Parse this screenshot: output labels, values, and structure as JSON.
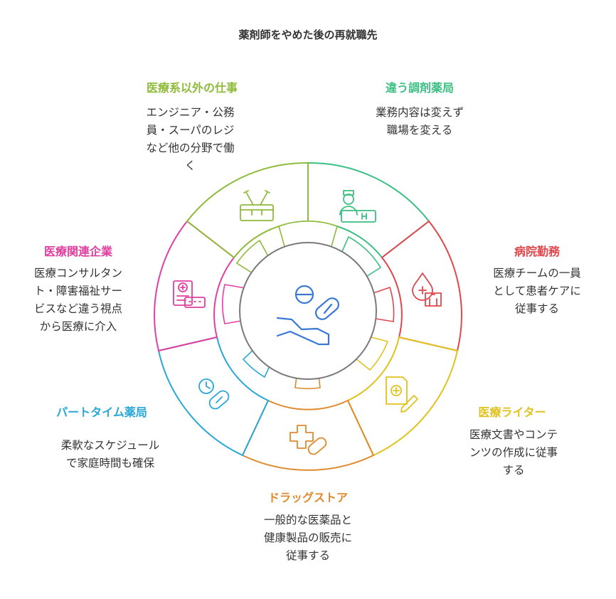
{
  "title": "薬剤師をやめた後の再就職先",
  "options": [
    {
      "id": "pharmacy",
      "heading": "違う調剤薬局",
      "desc": "業務内容は変えず\n職場を変える",
      "color": "#3cbf82",
      "icon": "pharmacist-icon"
    },
    {
      "id": "hospital",
      "heading": "病院勤務",
      "desc": "医療チームの一員\nとして患者ケアに\n従事する",
      "color": "#e0474c",
      "icon": "hospital-icon"
    },
    {
      "id": "writer",
      "heading": "医療ライター",
      "desc": "医療文書やコンテ\nンツの作成に従事\nする",
      "color": "#e0c21f",
      "icon": "medical-document-icon"
    },
    {
      "id": "drugstore",
      "heading": "ドラッグストア",
      "desc": "一般的な医薬品と\n健康製品の販売に\n従事する",
      "color": "#e08a2e",
      "icon": "medicine-cross-icon"
    },
    {
      "id": "parttime",
      "heading": "パートタイム薬局",
      "desc": "柔軟なスケジュール\nで家庭時間も確保",
      "color": "#29a8d8",
      "icon": "clock-pill-icon"
    },
    {
      "id": "related",
      "heading": "医療関連企業",
      "desc": "医療コンサルタン\nト・障害福祉サー\nビスなど違う視点\nから医療に介入",
      "color": "#e040a0",
      "icon": "medical-record-icon"
    },
    {
      "id": "other",
      "heading": "医療系以外の仕事",
      "desc": "エンジニア・公務\n員・スーパのレジ\nなど他の分野で働\nく",
      "color": "#8fbb3a",
      "icon": "toolbox-icon"
    }
  ],
  "center": {
    "icon": "hand-pills-icon",
    "color": "#3a78d8"
  }
}
